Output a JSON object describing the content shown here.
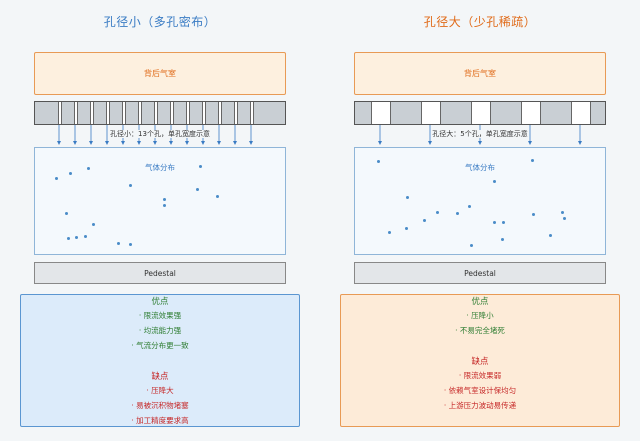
{
  "left": {
    "title": "孔径小（多孔密布）",
    "plenum_label": "背后气室",
    "hole_caption": "孔径小：13个孔，单孔宽度示意",
    "hole_count": 13,
    "gas_label": "气体分布",
    "pedestal_label": "Pedestal",
    "pros_title": "优点",
    "pros": [
      "· 限流效果强",
      "· 均流能力强",
      "· 气流分布更一致"
    ],
    "cons_title": "缺点",
    "cons": [
      "· 压降大",
      "· 易被沉积物堵塞",
      "· 加工精度要求高"
    ]
  },
  "right": {
    "title": "孔径大（少孔稀疏）",
    "plenum_label": "背后气室",
    "hole_caption": "孔径大：5个孔，单孔宽度示意",
    "hole_count": 5,
    "gas_label": "气体分布",
    "pedestal_label": "Pedestal",
    "pros_title": "优点",
    "pros": [
      "· 压降小",
      "· 不易完全堵死"
    ],
    "cons_title": "缺点",
    "cons": [
      "· 限流效果弱",
      "· 依赖气室设计保均匀",
      "· 上游压力波动易传递"
    ]
  },
  "colors": {
    "small_accent": "#3a7cc4",
    "large_accent": "#e06a18",
    "pros": "#2e7d32",
    "cons": "#c62828",
    "particle": "#4a8cc8"
  }
}
